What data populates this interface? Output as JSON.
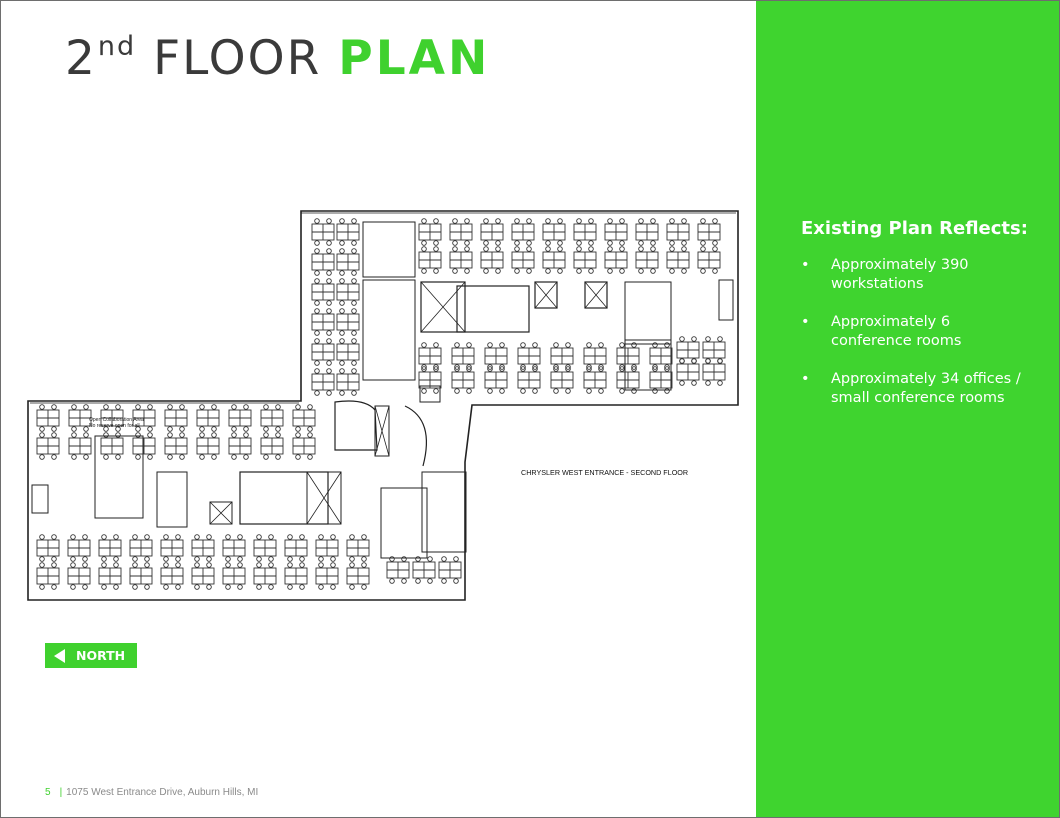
{
  "title": {
    "number": "2",
    "superscript": "nd",
    "word": "FLOOR",
    "accent": "PLAN"
  },
  "sidebar": {
    "heading": "Existing Plan Reflects:",
    "bullet": "•",
    "items": [
      "Approximately 390 workstations",
      "Approximately 6 conference rooms",
      "Approximately 34 offices / small conference rooms"
    ]
  },
  "plan": {
    "caption": "CHRYSLER WEST ENTRANCE - SECOND FLOOR",
    "notes": [
      "Open Collaboration Area",
      "No reserve open for all"
    ]
  },
  "compass": {
    "label": "NORTH"
  },
  "footer": {
    "page": "5",
    "separator": "|",
    "address": "1075 West Entrance Drive, Auburn Hills, MI"
  },
  "colors": {
    "accent": "#3fd12e",
    "sidebar_bg": "#3fd42f",
    "text": "#3a3a3a"
  }
}
